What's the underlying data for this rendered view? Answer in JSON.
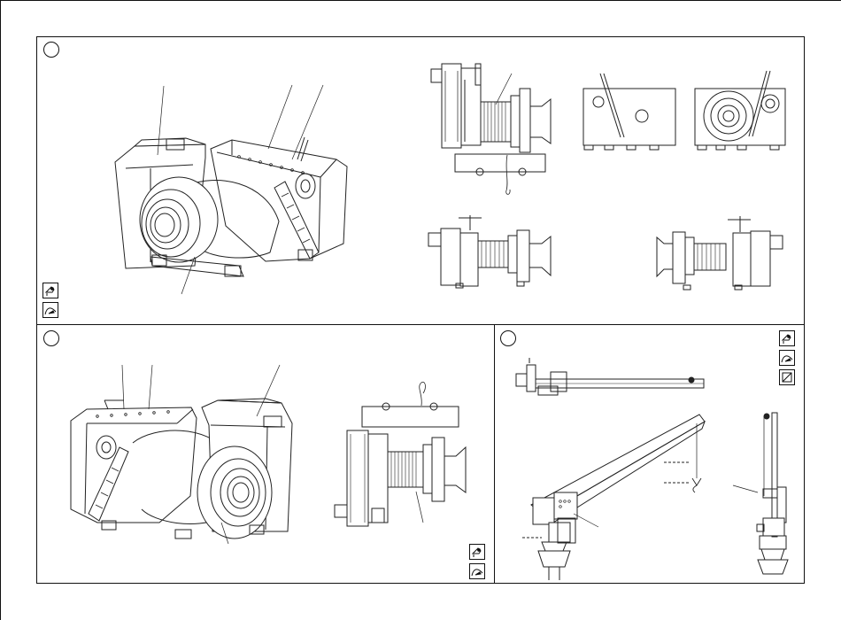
{
  "sheet": {
    "panels": [
      {
        "id": "A",
        "badge": ""
      },
      {
        "id": "B",
        "badge": ""
      },
      {
        "id": "C",
        "badge": ""
      }
    ]
  },
  "icons": {
    "hand_view": "hand-pointer-icon",
    "edit_curve": "pen-curve-icon",
    "frame": "frame-square-icon"
  }
}
